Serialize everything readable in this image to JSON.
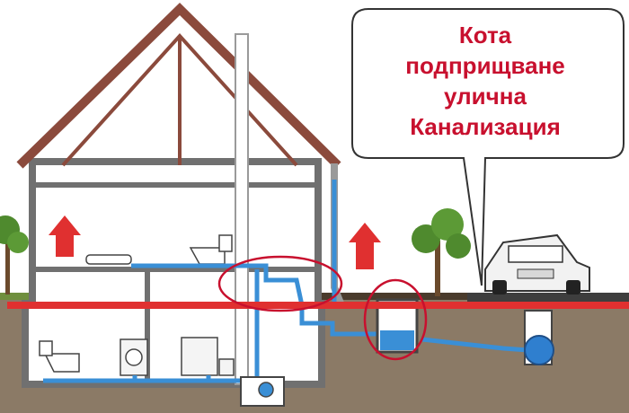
{
  "callout": {
    "lines": [
      "Кота",
      "подприщване",
      "улична",
      "Канализация"
    ]
  },
  "colors": {
    "sky": "#ffffff",
    "soil": "#8b7a66",
    "soil_dark": "#6e5e4c",
    "grass": "#7aa64a",
    "wall": "#707070",
    "roof": "#8b4a3c",
    "pipe": "#3a8fd6",
    "flood_line": "#e03030",
    "highlight": "#c8102e",
    "sewer": "#2f7fcf"
  }
}
